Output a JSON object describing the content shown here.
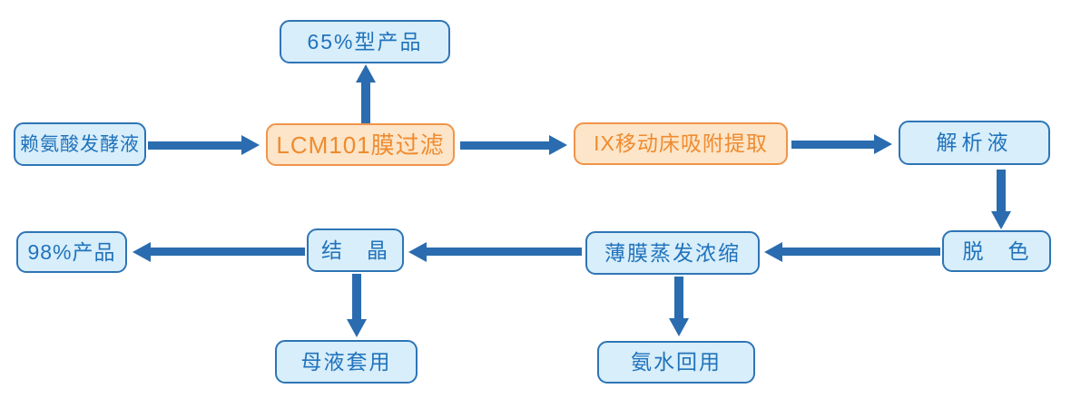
{
  "diagram": {
    "type": "process-flowchart",
    "background": "#ffffff",
    "colors": {
      "arrow": "#2a6caf",
      "blue_fill": "#d8eefa",
      "blue_border": "#2e75b6",
      "blue_text": "#2173bc",
      "orange_fill": "#fce5c8",
      "orange_border": "#f0944a",
      "orange_text": "#ef8b2f"
    },
    "nodes": [
      {
        "id": "product-65",
        "label": "65%型产品",
        "style": "blue"
      },
      {
        "id": "lysine-fermentation-broth",
        "label": "赖氨酸发酵液",
        "style": "blue"
      },
      {
        "id": "lcm101-membrane-filtration",
        "label": "LCM101膜过滤",
        "style": "orange"
      },
      {
        "id": "ix-moving-bed-adsorption",
        "label": "IX移动床吸附提取",
        "style": "orange"
      },
      {
        "id": "desorption-solution",
        "label": "解析液",
        "style": "blue"
      },
      {
        "id": "product-98",
        "label": "98%产品",
        "style": "blue"
      },
      {
        "id": "crystallization",
        "label": "结　晶",
        "style": "blue"
      },
      {
        "id": "thin-film-evaporation",
        "label": "薄膜蒸发浓缩",
        "style": "blue"
      },
      {
        "id": "decolorization",
        "label": "脱　色",
        "style": "blue"
      },
      {
        "id": "mother-liquor-reuse",
        "label": "母液套用",
        "style": "blue"
      },
      {
        "id": "ammonia-water-reuse",
        "label": "氨水回用",
        "style": "blue"
      }
    ],
    "edges": [
      {
        "from": "lysine-fermentation-broth",
        "to": "lcm101-membrane-filtration",
        "direction": "right"
      },
      {
        "from": "lcm101-membrane-filtration",
        "to": "product-65",
        "direction": "up"
      },
      {
        "from": "lcm101-membrane-filtration",
        "to": "ix-moving-bed-adsorption",
        "direction": "right"
      },
      {
        "from": "ix-moving-bed-adsorption",
        "to": "desorption-solution",
        "direction": "right"
      },
      {
        "from": "desorption-solution",
        "to": "decolorization",
        "direction": "down"
      },
      {
        "from": "decolorization",
        "to": "thin-film-evaporation",
        "direction": "left"
      },
      {
        "from": "thin-film-evaporation",
        "to": "crystallization",
        "direction": "left"
      },
      {
        "from": "crystallization",
        "to": "product-98",
        "direction": "left"
      },
      {
        "from": "crystallization",
        "to": "mother-liquor-reuse",
        "direction": "down"
      },
      {
        "from": "thin-film-evaporation",
        "to": "ammonia-water-reuse",
        "direction": "down"
      }
    ]
  }
}
